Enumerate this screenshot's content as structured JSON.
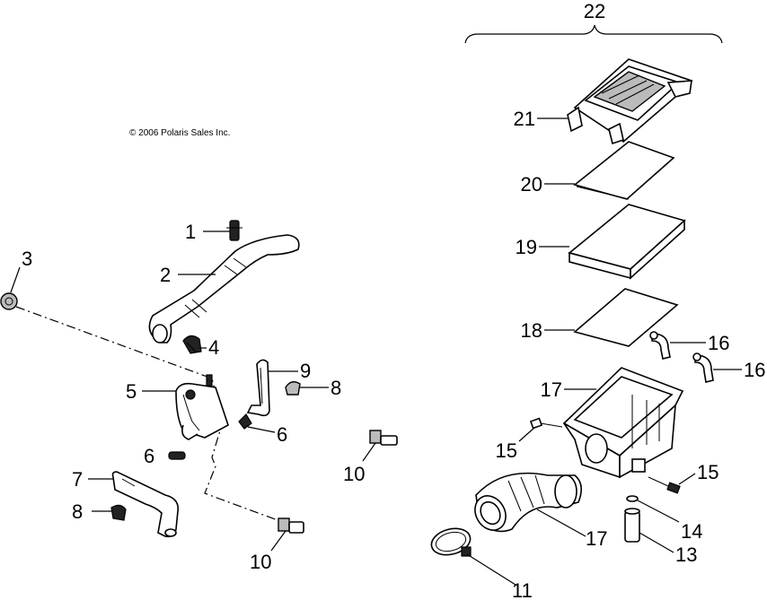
{
  "copyright": "© 2006 Polaris Sales Inc.",
  "callouts": {
    "c1": "1",
    "c2": "2",
    "c3": "3",
    "c4": "4",
    "c5": "5",
    "c6a": "6",
    "c6b": "6",
    "c7": "7",
    "c8a": "8",
    "c8b": "8",
    "c9": "9",
    "c10a": "10",
    "c10b": "10",
    "c11": "11",
    "c13": "13",
    "c14": "14",
    "c15a": "15",
    "c15b": "15",
    "c16a": "16",
    "c16b": "16",
    "c17a": "17",
    "c17b": "17",
    "c18": "18",
    "c19": "19",
    "c20": "20",
    "c21": "21",
    "c22": "22"
  }
}
